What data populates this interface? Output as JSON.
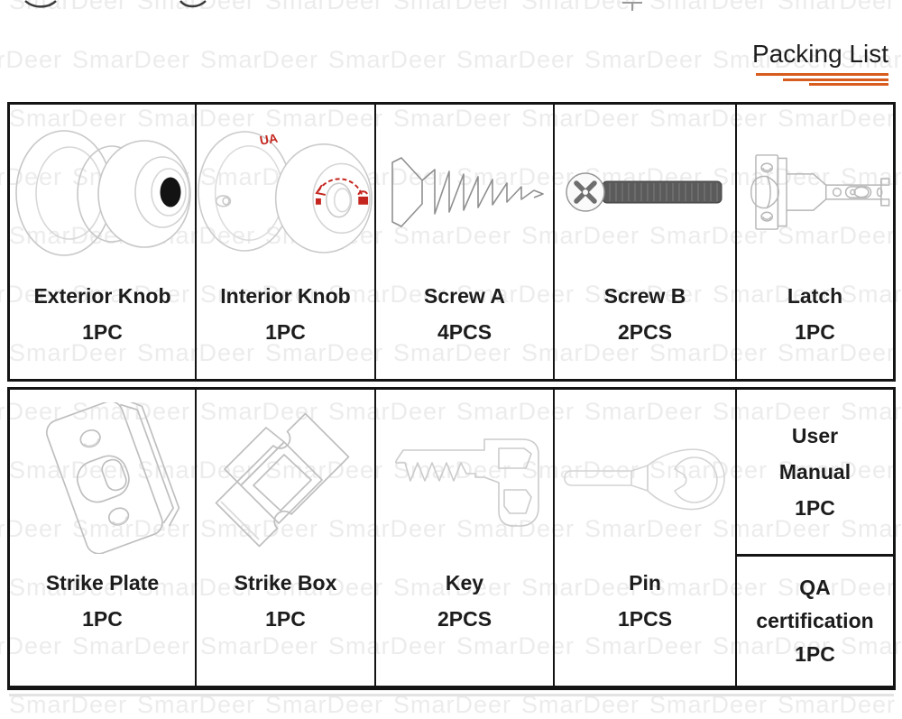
{
  "header": {
    "title": "Packing List",
    "title_color": "#1d1d1d",
    "underline_color": "#d85c1e"
  },
  "watermark": {
    "text": "SmarDeer",
    "color": "#ececec"
  },
  "drawing_colors": {
    "line_art_gray": "#c4c4c4",
    "screw_shaft_dark": "#5b5b5b",
    "knob_marking_red": "#c4261f",
    "keyhole_black": "#131313",
    "table_border": "#141414"
  },
  "table": {
    "cells": [
      {
        "label": "Exterior Knob",
        "qty": "1PC",
        "icon": "exterior-knob"
      },
      {
        "label": "Interior Knob",
        "qty": "1PC",
        "icon": "interior-knob",
        "marking": "UA"
      },
      {
        "label": "Screw A",
        "qty": "4PCS",
        "icon": "screw-a"
      },
      {
        "label": "Screw B",
        "qty": "2PCS",
        "icon": "screw-b"
      },
      {
        "label": "Latch",
        "qty": "1PC",
        "icon": "latch"
      },
      {
        "label": "Strike Plate",
        "qty": "1PC",
        "icon": "strike-plate"
      },
      {
        "label": "Strike Box",
        "qty": "1PC",
        "icon": "strike-box"
      },
      {
        "label": "Key",
        "qty": "2PCS",
        "icon": "key"
      },
      {
        "label": "Pin",
        "qty": "1PCS",
        "icon": "pin"
      },
      {
        "line1": "User",
        "line2": "Manual",
        "qty": "1PC"
      },
      {
        "line1": "QA",
        "line2": "certification",
        "qty": "1PC"
      }
    ]
  }
}
